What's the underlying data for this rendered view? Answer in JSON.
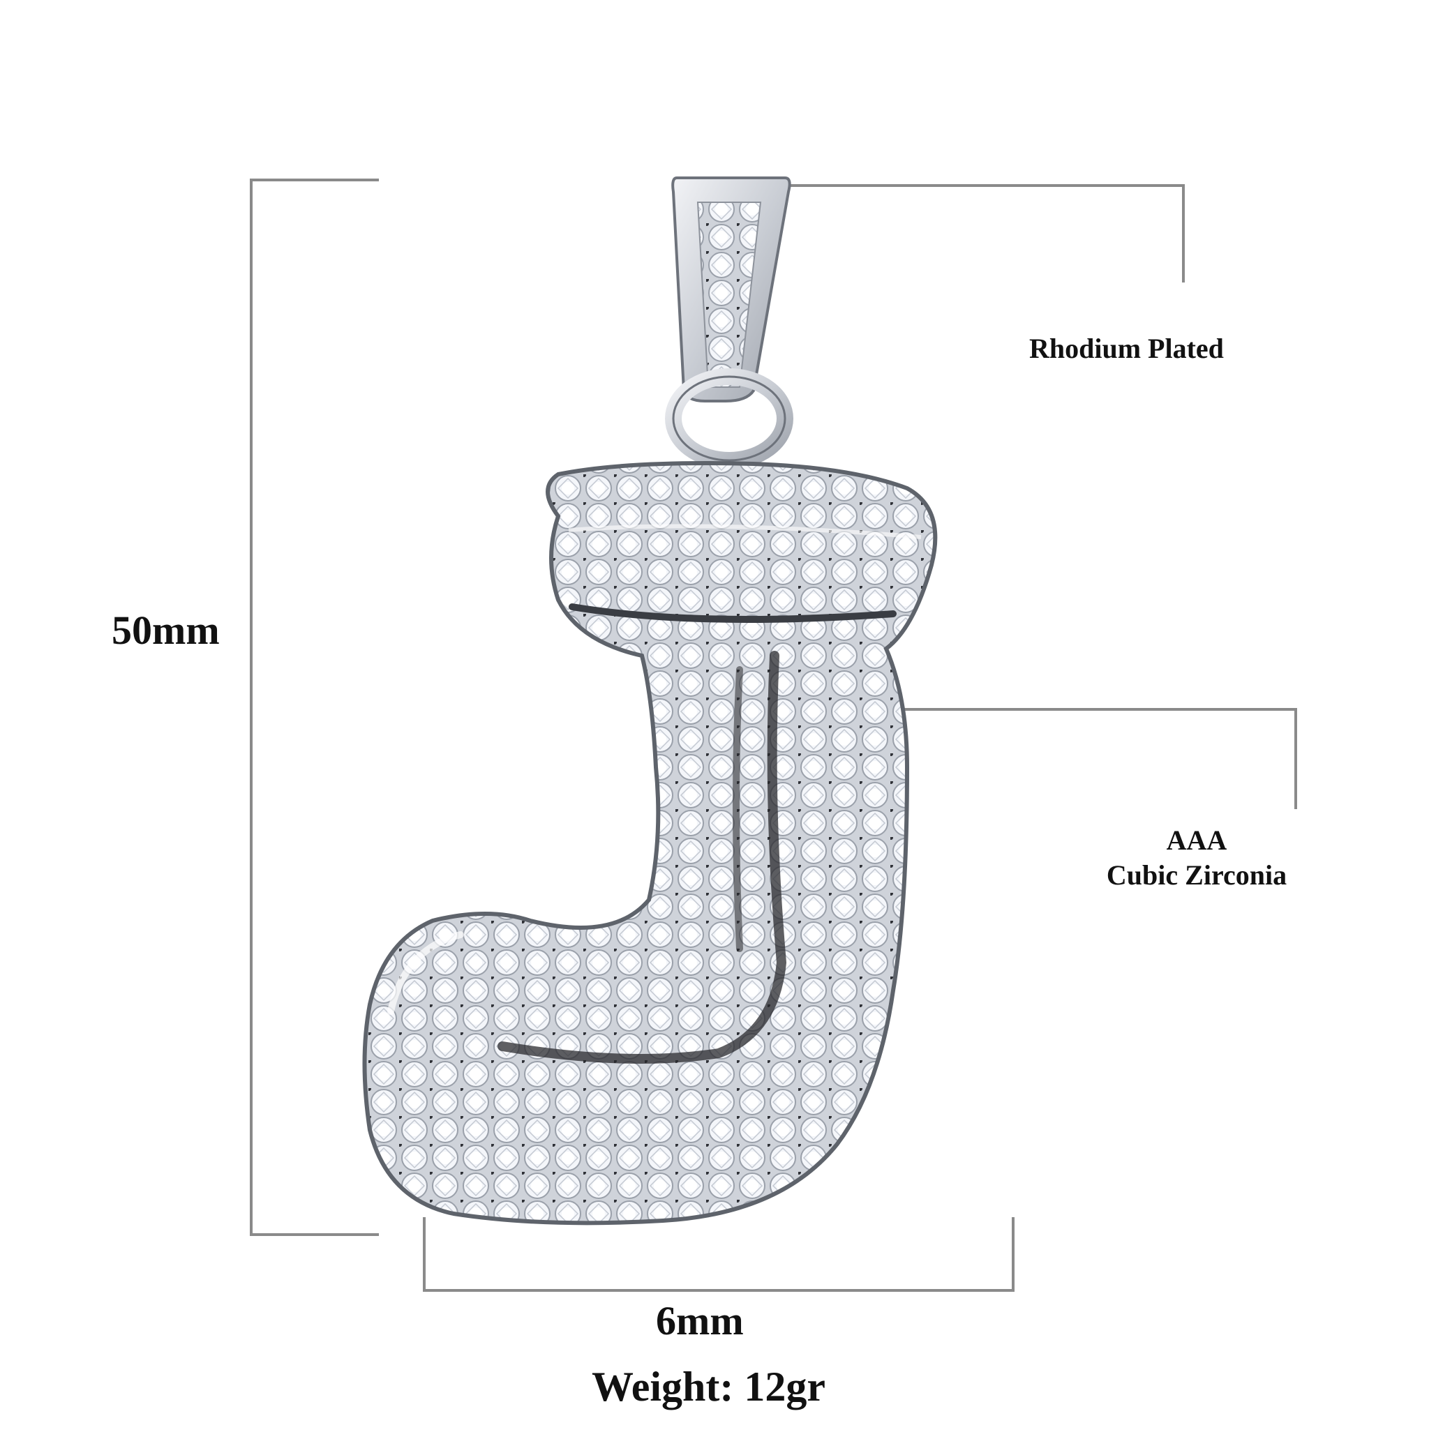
{
  "product": {
    "dimension_height": "50mm",
    "dimension_width": "6mm",
    "callout_plating": "Rhodium Plated",
    "callout_stone_grade": "AAA",
    "callout_stone_type": "Cubic Zirconia",
    "weight_label": "Weight: 12gr"
  },
  "colors": {
    "background": "#ffffff",
    "guide_lines": "#8a8a8a",
    "metal": "#d9dce2",
    "stone": "#eef1f6",
    "shadow": "#2a2a2e"
  }
}
